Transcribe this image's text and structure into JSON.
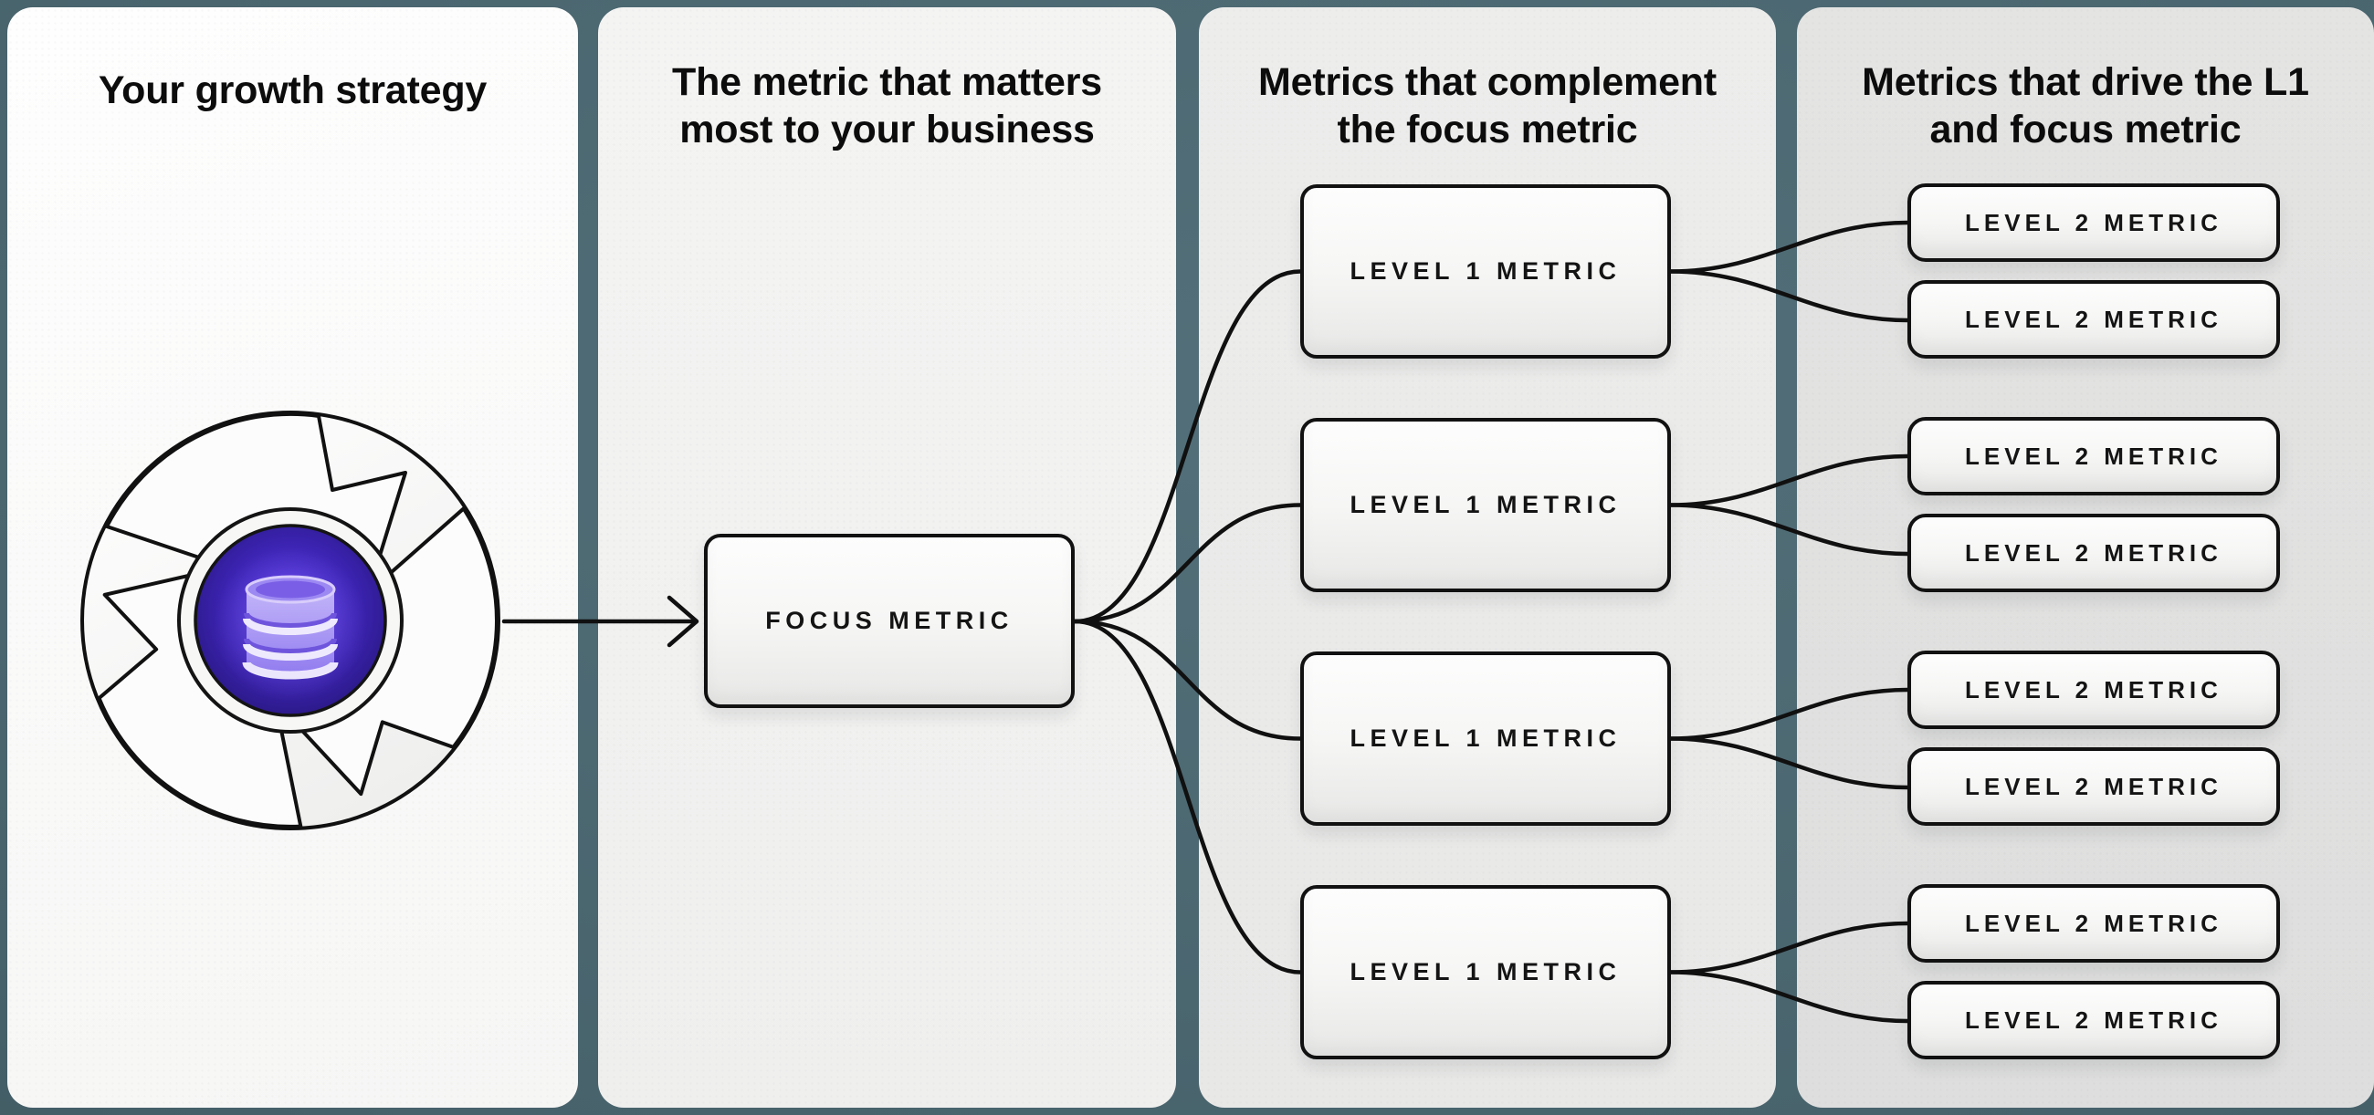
{
  "panels": [
    {
      "title": "Your growth strategy"
    },
    {
      "title": "The metric that matters most to your business",
      "box": {
        "label": "FOCUS METRIC"
      }
    },
    {
      "title": "Metrics that complement the focus metric",
      "boxes": [
        {
          "label": "LEVEL 1 METRIC"
        },
        {
          "label": "LEVEL 1 METRIC"
        },
        {
          "label": "LEVEL 1 METRIC"
        },
        {
          "label": "LEVEL 1 METRIC"
        }
      ]
    },
    {
      "title": "Metrics that drive the L1 and focus metric",
      "boxes": [
        {
          "label": "LEVEL 2 METRIC"
        },
        {
          "label": "LEVEL 2 METRIC"
        },
        {
          "label": "LEVEL 2 METRIC"
        },
        {
          "label": "LEVEL 2 METRIC"
        },
        {
          "label": "LEVEL 2 METRIC"
        },
        {
          "label": "LEVEL 2 METRIC"
        },
        {
          "label": "LEVEL 2 METRIC"
        },
        {
          "label": "LEVEL 2 METRIC"
        }
      ]
    }
  ],
  "icons": {
    "strategy": "flywheel-icon",
    "core": "database-icon"
  },
  "edges": [
    {
      "from": "growth-strategy",
      "to": "focus-metric"
    },
    {
      "from": "focus-metric",
      "to": "level1-metric-1"
    },
    {
      "from": "focus-metric",
      "to": "level1-metric-2"
    },
    {
      "from": "focus-metric",
      "to": "level1-metric-3"
    },
    {
      "from": "focus-metric",
      "to": "level1-metric-4"
    },
    {
      "from": "level1-metric-1",
      "to": "level2-metric-1"
    },
    {
      "from": "level1-metric-1",
      "to": "level2-metric-2"
    },
    {
      "from": "level1-metric-2",
      "to": "level2-metric-3"
    },
    {
      "from": "level1-metric-2",
      "to": "level2-metric-4"
    },
    {
      "from": "level1-metric-3",
      "to": "level2-metric-5"
    },
    {
      "from": "level1-metric-3",
      "to": "level2-metric-6"
    },
    {
      "from": "level1-metric-4",
      "to": "level2-metric-7"
    },
    {
      "from": "level1-metric-4",
      "to": "level2-metric-8"
    }
  ],
  "colors": {
    "background": "#47626b",
    "panel_light": "#f7f7f6",
    "panel_dark": "#e1e1e0",
    "line": "#111111",
    "accent_purple": "#4b2fd0",
    "icon_lavender": "#b3a3f7"
  }
}
